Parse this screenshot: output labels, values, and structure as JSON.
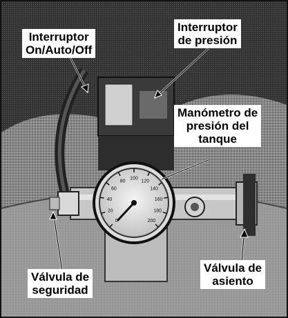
{
  "labels": {
    "on_auto_off_switch": [
      "Interruptor",
      "On/Auto/Off"
    ],
    "pressure_switch": [
      "Interruptor",
      "de presión"
    ],
    "tank_pressure_gauge": [
      "Manómetro de",
      "presión del",
      "tanque"
    ],
    "safety_valve": [
      "Válvula de",
      "seguridad"
    ],
    "drain_valve": [
      "Válvula de",
      "asiento"
    ]
  },
  "gauge_scale": [
    "0",
    "20",
    "40",
    "60",
    "80",
    "100",
    "120",
    "140",
    "160",
    "180",
    "200"
  ]
}
